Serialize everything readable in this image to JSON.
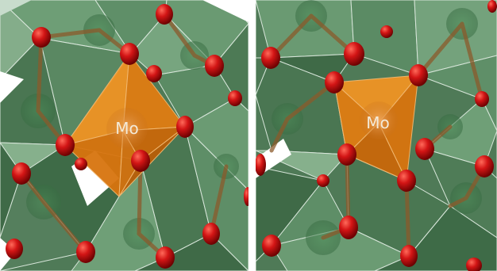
{
  "panels": [
    {
      "id": "left",
      "center_label": "Mo",
      "polyhedron": "octahedron"
    },
    {
      "id": "right",
      "center_label": "Mo",
      "polyhedron": "octahedron"
    }
  ],
  "colors": {
    "background": "#ffffff",
    "framework_polyhedra": "#5f8f68",
    "framework_edges": "#d8e6da",
    "mo_polyhedron": "#e88b1a",
    "oxygen_atom": "#cc1010",
    "bond": "#8b5a2b"
  }
}
